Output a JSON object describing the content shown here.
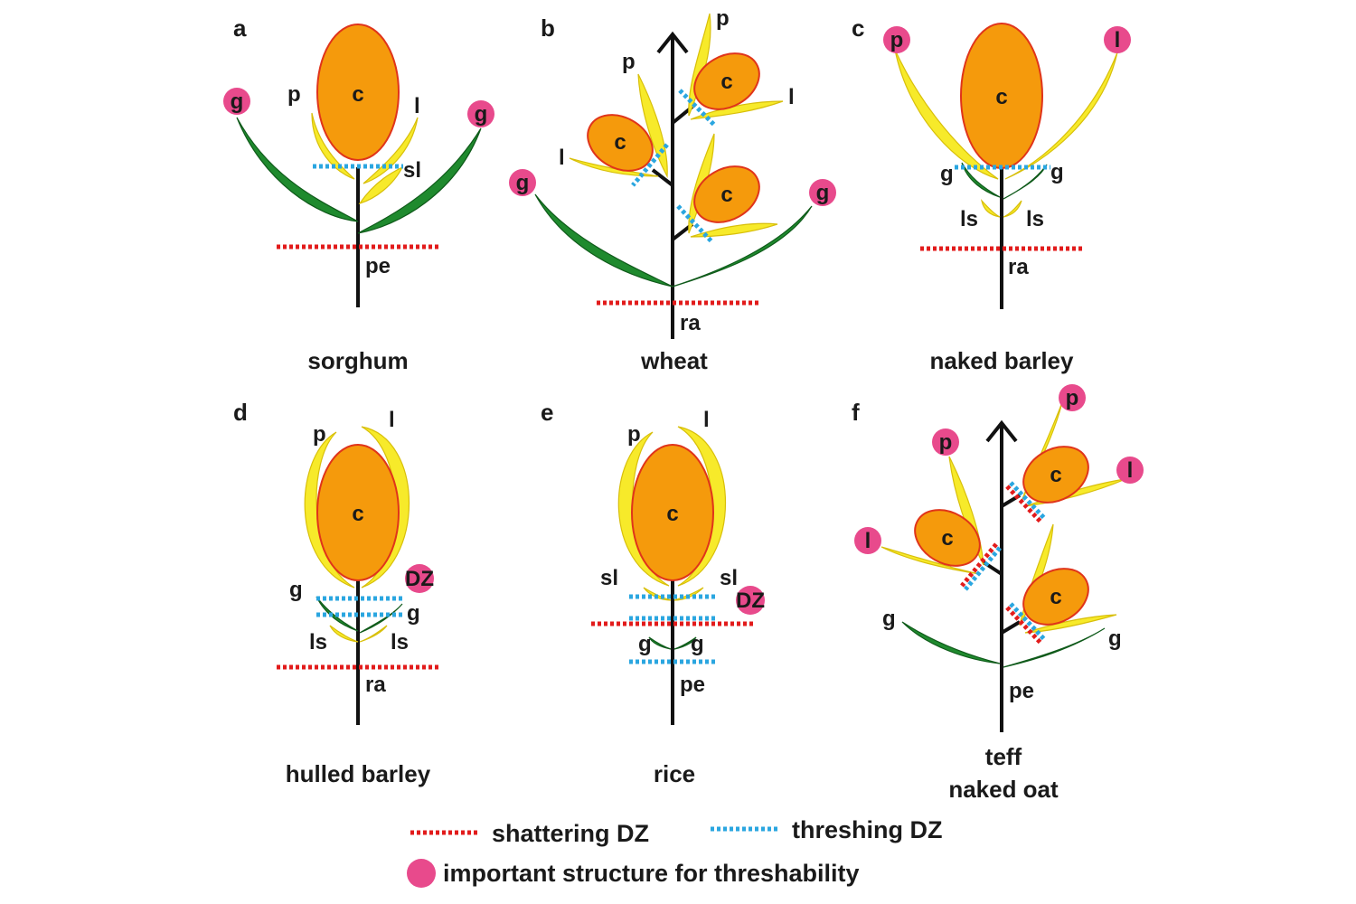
{
  "panels": {
    "a": {
      "letter": "a",
      "caption": "sorghum",
      "c": "c",
      "p": "p",
      "l": "l",
      "g1": "g",
      "g2": "g",
      "sl": "sl",
      "pe": "pe"
    },
    "b": {
      "letter": "b",
      "caption": "wheat",
      "c1": "c",
      "c2": "c",
      "c3": "c",
      "p1": "p",
      "p2": "p",
      "l1": "l",
      "l2": "l",
      "g1": "g",
      "g2": "g",
      "ra": "ra"
    },
    "c": {
      "letter": "c",
      "caption": "naked barley",
      "c": "c",
      "p": "p",
      "l": "l",
      "g1": "g",
      "g2": "g",
      "ls1": "ls",
      "ls2": "ls",
      "ra": "ra"
    },
    "d": {
      "letter": "d",
      "caption": "hulled barley",
      "c": "c",
      "p": "p",
      "l": "l",
      "g1": "g",
      "g2": "g",
      "ls1": "ls",
      "ls2": "ls",
      "ra": "ra",
      "dz": "DZ"
    },
    "e": {
      "letter": "e",
      "caption": "rice",
      "c": "c",
      "p": "p",
      "l": "l",
      "sl1": "sl",
      "sl2": "sl",
      "g1": "g",
      "g2": "g",
      "pe": "pe",
      "dz": "DZ"
    },
    "f": {
      "letter": "f",
      "caption1": "teff",
      "caption2": "naked oat",
      "c1": "c",
      "c2": "c",
      "c3": "c",
      "p1": "p",
      "p2": "p",
      "l1": "l",
      "l2": "l",
      "g1": "g",
      "g2": "g",
      "pe": "pe"
    }
  },
  "legend": {
    "shattering": "shattering DZ",
    "threshing": "threshing DZ",
    "important": "important structure for threshability"
  },
  "colors": {
    "glume": "#1f8a2e",
    "lemma": "#f7ea2a",
    "caryopsis": "#f59a0c",
    "shattering_dz": "#e21b1b",
    "threshing_dz": "#2aa6e0",
    "important_marker": "#e84a8c"
  }
}
